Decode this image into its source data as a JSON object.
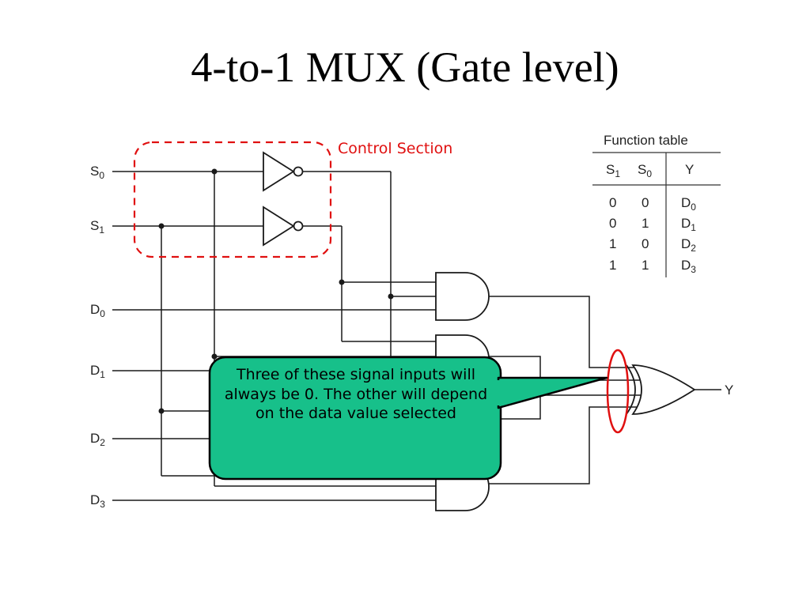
{
  "title": "4-to-1 MUX (Gate level)",
  "inputs": {
    "s0": {
      "letter": "S",
      "sub": "0"
    },
    "s1": {
      "letter": "S",
      "sub": "1"
    },
    "d0": {
      "letter": "D",
      "sub": "0"
    },
    "d1": {
      "letter": "D",
      "sub": "1"
    },
    "d2": {
      "letter": "D",
      "sub": "2"
    },
    "d3": {
      "letter": "D",
      "sub": "3"
    }
  },
  "output_label": "Y",
  "control_label": "Control Section",
  "function_table": {
    "caption": "Function table",
    "headers": [
      {
        "letter": "S",
        "sub": "1"
      },
      {
        "letter": "S",
        "sub": "0"
      },
      {
        "letter": "Y",
        "sub": ""
      }
    ],
    "rows": [
      {
        "s1": "0",
        "s0": "0",
        "y": "D",
        "y_sub": "0"
      },
      {
        "s1": "0",
        "s0": "1",
        "y": "D",
        "y_sub": "1"
      },
      {
        "s1": "1",
        "s0": "0",
        "y": "D",
        "y_sub": "2"
      },
      {
        "s1": "1",
        "s0": "1",
        "y": "D",
        "y_sub": "3"
      }
    ]
  },
  "callout_text": "Three of these signal inputs will always be 0. The other will depend on the data value selected",
  "colors": {
    "wire": "#1a1a1a",
    "control_box": "#e01010",
    "highlight_ellipse": "#e01010",
    "callout_fill": "#17c08a",
    "callout_border": "#000000"
  }
}
